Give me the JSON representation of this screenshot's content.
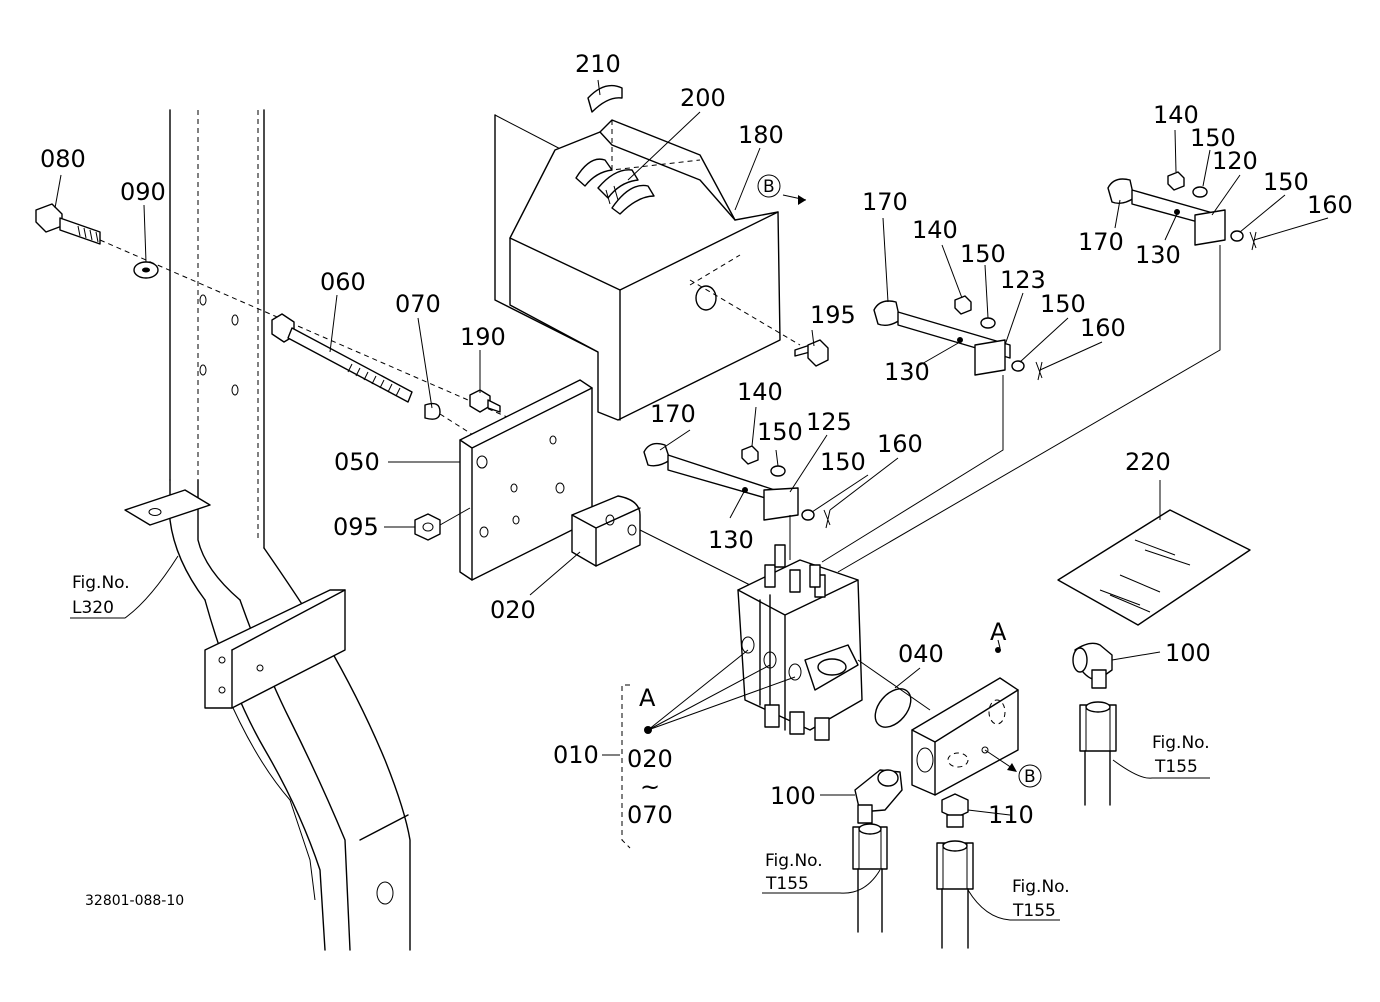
{
  "drawing_code": "32801-088-10",
  "callouts": {
    "p010": "010",
    "p020a": "020",
    "p020b": "020",
    "p040": "040",
    "p050": "050",
    "p060": "060",
    "p070a": "070",
    "p070b": "070",
    "p080": "080",
    "p090": "090",
    "p095": "095",
    "p100a": "100",
    "p100b": "100",
    "p110": "110",
    "p120": "120",
    "p123": "123",
    "p125": "125",
    "p130a": "130",
    "p130b": "130",
    "p130c": "130",
    "p140a": "140",
    "p140b": "140",
    "p140c": "140",
    "p150a": "150",
    "p150b": "150",
    "p150c": "150",
    "p150d": "150",
    "p150e": "150",
    "p150f": "150",
    "p160a": "160",
    "p160b": "160",
    "p160c": "160",
    "p170a": "170",
    "p170b": "170",
    "p170c": "170",
    "p180": "180",
    "p190": "190",
    "p195": "195",
    "p200": "200",
    "p210": "210",
    "p220": "220",
    "tilde": "~"
  },
  "markers": {
    "a1": "A",
    "a2": "A",
    "b1": "B",
    "b2": "B"
  },
  "figrefs": {
    "l320": {
      "label": "Fig.No.",
      "num": "L320"
    },
    "t155a": {
      "label": "Fig.No.",
      "num": "T155"
    },
    "t155b": {
      "label": "Fig.No.",
      "num": "T155"
    },
    "t155c": {
      "label": "Fig.No.",
      "num": "T155"
    }
  }
}
